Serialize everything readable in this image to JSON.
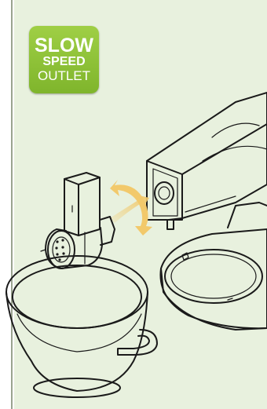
{
  "badge": {
    "line1": "SLOW",
    "line2": "SPEED",
    "line3": "OUTLET",
    "color": "#8cc03a"
  },
  "colors": {
    "panel_background": "#e8f1de",
    "arrow": "#f2c96b"
  },
  "illustration": {
    "icons": [
      "mixer-head-icon",
      "slicer-attachment-icon",
      "bowl-icon",
      "bowl-stand-icon",
      "rotate-arrow-icon"
    ]
  }
}
